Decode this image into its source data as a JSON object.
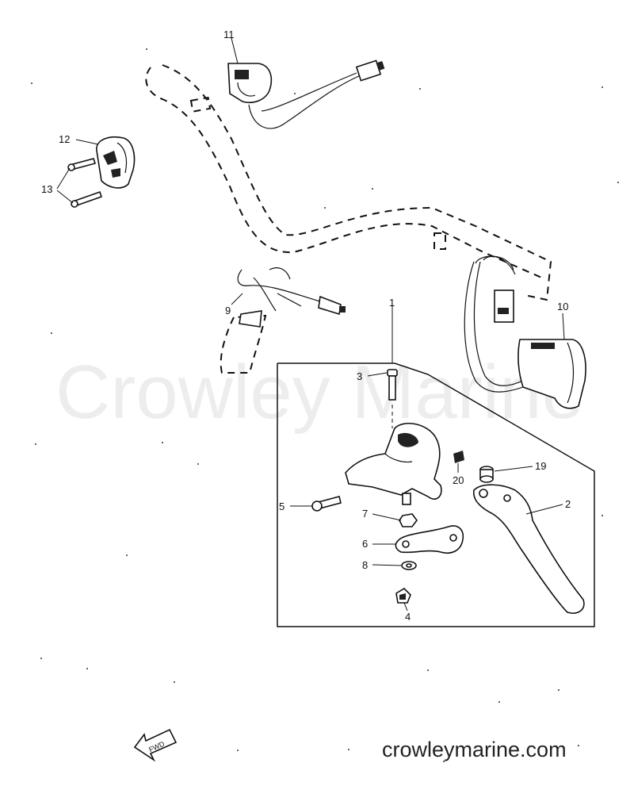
{
  "watermark": "Crowley Marine",
  "site_label": "crowleymarine.com",
  "fwd_label": "FWD",
  "callouts": {
    "c1": "1",
    "c2": "2",
    "c3": "3",
    "c4": "4",
    "c5": "5",
    "c6": "6",
    "c7": "7",
    "c8": "8",
    "c9": "9",
    "c10": "10",
    "c11": "11",
    "c12": "12",
    "c13": "13",
    "c19": "19",
    "c20": "20"
  }
}
